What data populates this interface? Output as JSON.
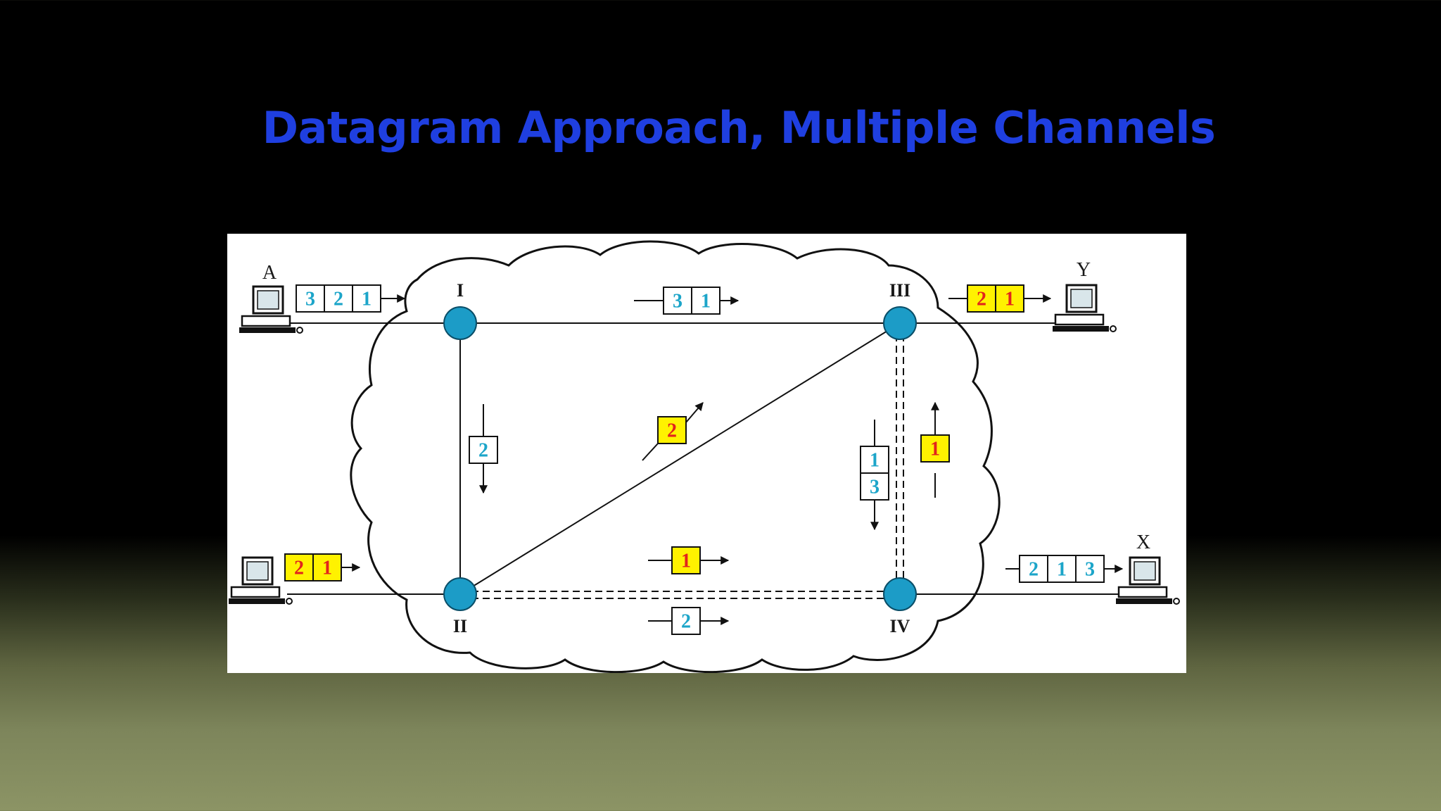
{
  "title": "Datagram Approach, Multiple Channels",
  "colors": {
    "title": "#1f3fe0",
    "node": "#1c9cc7",
    "cyan_text": "#1ca5c9",
    "red_text": "#e2241c",
    "yellow_fill": "#fff200"
  },
  "nodes": {
    "n1": "I",
    "n2": "II",
    "n3": "III",
    "n4": "IV"
  },
  "hosts": {
    "a": "A",
    "y": "Y",
    "x": "X"
  },
  "packets": {
    "host_a": [
      "3",
      "2",
      "1"
    ],
    "link_i_iii": [
      "3",
      "1"
    ],
    "out_y": [
      "2",
      "1"
    ],
    "link_i_ii": [
      "2"
    ],
    "diag": [
      "2"
    ],
    "iv_up": [
      "1"
    ],
    "iv_down": [
      "1",
      "3"
    ],
    "host_left_bottom": [
      "2",
      "1"
    ],
    "link_ii_iv_top": [
      "1"
    ],
    "link_ii_iv_bottom": [
      "2"
    ],
    "out_x": [
      "2",
      "1",
      "3"
    ]
  }
}
